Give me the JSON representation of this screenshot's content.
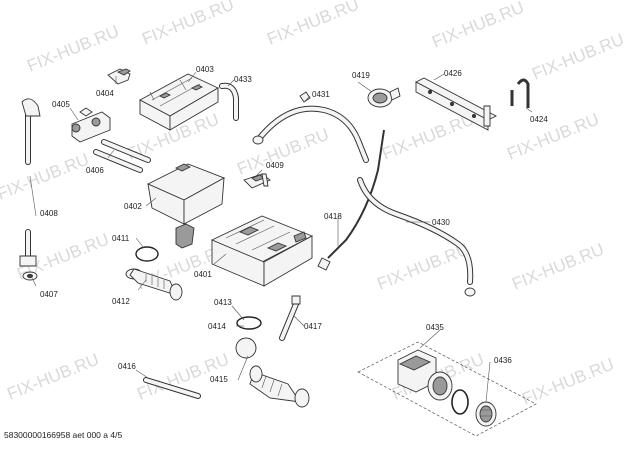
{
  "watermark": {
    "text": "FIX-HUB.RU"
  },
  "parts": [
    {
      "id": "p0403",
      "label": "0403"
    },
    {
      "id": "p0404",
      "label": "0404"
    },
    {
      "id": "p0433",
      "label": "0433"
    },
    {
      "id": "p0405",
      "label": "0405"
    },
    {
      "id": "p0406",
      "label": "0406"
    },
    {
      "id": "p0408",
      "label": "0408"
    },
    {
      "id": "p0407",
      "label": "0407"
    },
    {
      "id": "p0402",
      "label": "0402"
    },
    {
      "id": "p0411",
      "label": "0411"
    },
    {
      "id": "p0412",
      "label": "0412"
    },
    {
      "id": "p0409",
      "label": "0409"
    },
    {
      "id": "p0401",
      "label": "0401"
    },
    {
      "id": "p0431",
      "label": "0431"
    },
    {
      "id": "p0419",
      "label": "0419"
    },
    {
      "id": "p0426",
      "label": "0426"
    },
    {
      "id": "p0424",
      "label": "0424"
    },
    {
      "id": "p0418",
      "label": "0418"
    },
    {
      "id": "p0430",
      "label": "0430"
    },
    {
      "id": "p0413",
      "label": "0413"
    },
    {
      "id": "p0414",
      "label": "0414"
    },
    {
      "id": "p0417",
      "label": "0417"
    },
    {
      "id": "p0416",
      "label": "0416"
    },
    {
      "id": "p0415",
      "label": "0415"
    },
    {
      "id": "p0435",
      "label": "0435"
    },
    {
      "id": "p0436",
      "label": "0436"
    }
  ],
  "footer": {
    "text": "58300000166958 aet 000 a 4/5"
  }
}
